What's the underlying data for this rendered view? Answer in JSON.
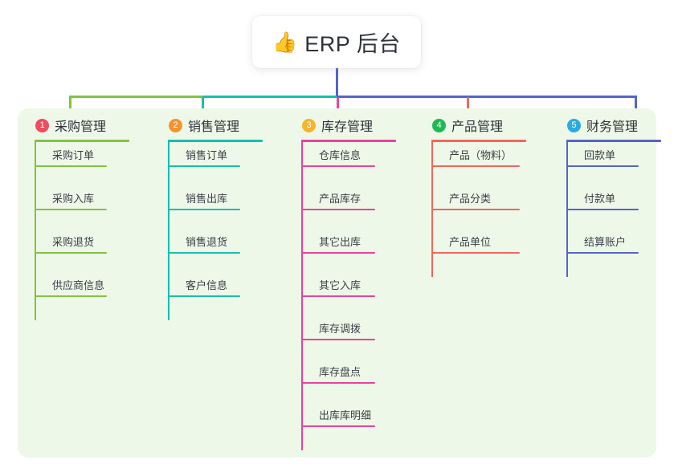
{
  "diagram": {
    "type": "org-tree",
    "root": {
      "icon": "thumbs-up-emoji",
      "emoji": "👍",
      "title": "ERP 后台"
    },
    "panel_color": "#eef8e9",
    "columns": [
      {
        "index": "1",
        "title": "采购管理",
        "badge_color": "#f24b5e",
        "line_color": "#82c341",
        "items": [
          "采购订单",
          "采购入库",
          "采购退货",
          "供应商信息"
        ]
      },
      {
        "index": "2",
        "title": "销售管理",
        "badge_color": "#f5942b",
        "line_color": "#16bfae",
        "items": [
          "销售订单",
          "销售出库",
          "销售退货",
          "客户信息"
        ]
      },
      {
        "index": "3",
        "title": "库存管理",
        "badge_color": "#f7b52c",
        "line_color": "#e8439b",
        "items": [
          "仓库信息",
          "产品库存",
          "其它出库",
          "其它入库",
          "库存调拨",
          "库存盘点",
          "出库库明细"
        ]
      },
      {
        "index": "4",
        "title": "产品管理",
        "badge_color": "#1db954",
        "line_color": "#f4655c",
        "items": [
          "产品（物料）",
          "产品分类",
          "产品单位"
        ]
      },
      {
        "index": "5",
        "title": "财务管理",
        "badge_color": "#29abe2",
        "line_color": "#5565c8",
        "items": [
          "回款单",
          "付款单",
          "结算账户"
        ]
      }
    ],
    "connectors": {
      "root_stem_color": "#5565c8",
      "bus_segments": [
        {
          "color": "#82c341"
        },
        {
          "color": "#16bfae"
        },
        {
          "color": "#5565c8"
        }
      ]
    }
  }
}
